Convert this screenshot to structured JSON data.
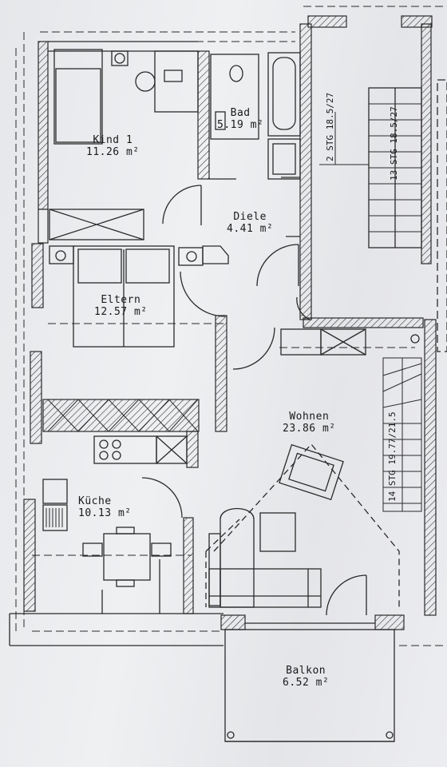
{
  "rooms": [
    {
      "name": "Kind 1",
      "area": "11.26 m²"
    },
    {
      "name": "Bad",
      "area": "5.19 m²"
    },
    {
      "name": "Diele",
      "area": "4.41 m²"
    },
    {
      "name": "Eltern",
      "area": "12.57 m²"
    },
    {
      "name": "Wohnen",
      "area": "23.86 m²"
    },
    {
      "name": "Küche",
      "area": "10.13 m²"
    },
    {
      "name": "Balkon",
      "area": "6.52 m²"
    }
  ],
  "stairs": [
    {
      "count": "2 STG",
      "dims": "18.5/27"
    },
    {
      "count": "13 STG",
      "dims": "18.5/27"
    },
    {
      "count": "14 STG",
      "dims": "19.77/21.5"
    }
  ],
  "colors": {
    "line": "#2a2a2a",
    "paper": "#ecedef"
  }
}
